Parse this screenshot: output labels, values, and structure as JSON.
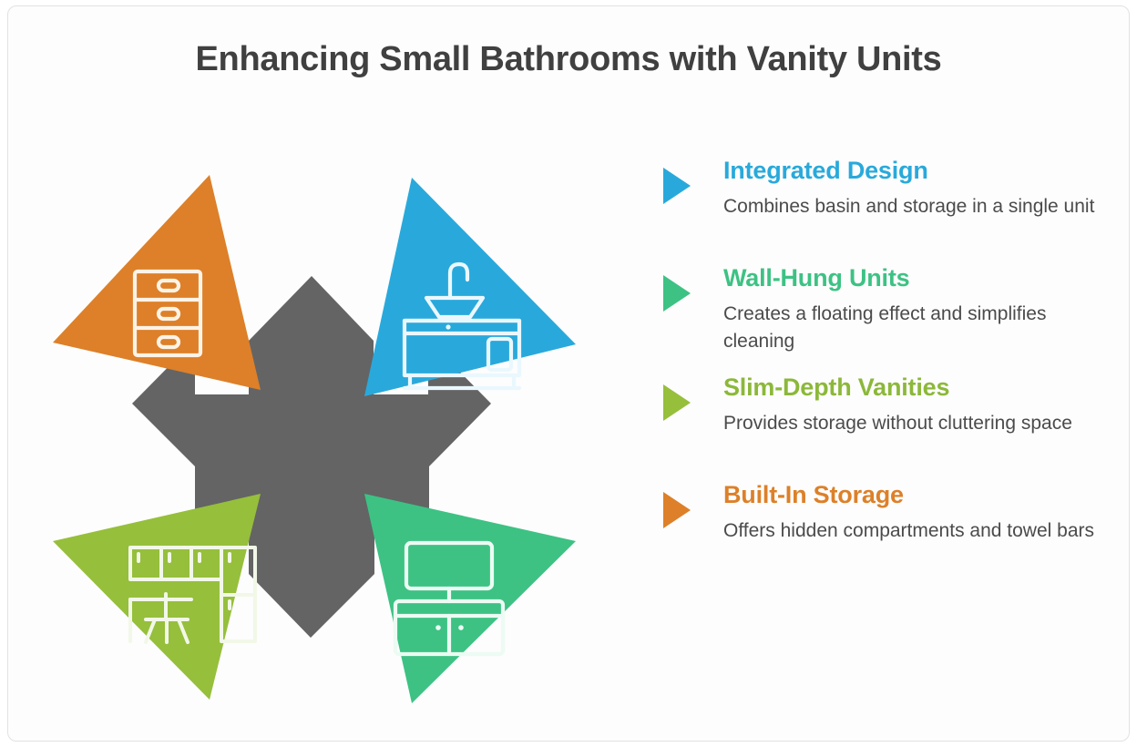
{
  "header": {
    "title": "Enhancing Small Bathrooms with Vanity Units"
  },
  "colors": {
    "blue": "#29a9db",
    "green": "#3dc284",
    "lime": "#96bf3c",
    "orange": "#dd8029",
    "center_gray": "#646464",
    "title_text": "#404040",
    "body_text": "#4b4b4b",
    "background": "#ffffff",
    "frame_border": "#e2e2e2"
  },
  "diagram": {
    "center_shape": "four-pointed-cross-star",
    "wedges": [
      {
        "position": "top-left",
        "color": "#dd8029",
        "icon": "drawer-cabinet-icon",
        "links_to": "Built-In Storage"
      },
      {
        "position": "top-right",
        "color": "#29a9db",
        "icon": "vanity-sink-icon",
        "links_to": "Integrated Design"
      },
      {
        "position": "bottom-left",
        "color": "#96bf3c",
        "icon": "slim-cabinet-chair-icon",
        "links_to": "Slim-Depth Vanities"
      },
      {
        "position": "bottom-right",
        "color": "#3dc284",
        "icon": "mirror-cabinet-icon",
        "links_to": "Wall-Hung Units"
      }
    ]
  },
  "list": {
    "items": [
      {
        "heading": "Integrated Design",
        "description": "Combines basin and storage in a single unit",
        "color": "#29a9db",
        "bullet_icon": "triangle-right-icon"
      },
      {
        "heading": "Wall-Hung Units",
        "description": "Creates a floating effect and simplifies cleaning",
        "color": "#3dc284",
        "bullet_icon": "triangle-right-icon"
      },
      {
        "heading": "Slim-Depth Vanities",
        "description": "Provides storage without cluttering space",
        "color": "#96bf3c",
        "bullet_icon": "triangle-right-icon"
      },
      {
        "heading": "Built-In Storage",
        "description": "Offers hidden compartments and towel bars",
        "color": "#dd8029",
        "bullet_icon": "triangle-right-icon"
      }
    ]
  }
}
